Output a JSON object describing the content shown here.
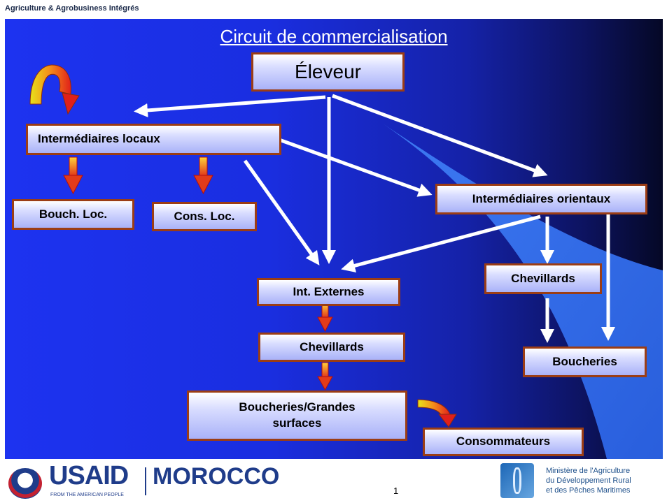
{
  "header": {
    "org_label": "Agriculture & Agrobusiness Intégrés"
  },
  "slide": {
    "title": "Circuit de commercialisation",
    "nodes": {
      "eleveur": "Éleveur",
      "intermediaires_locaux": "Intermédiaires locaux",
      "bouch_loc": "Bouch. Loc.",
      "cons_loc": "Cons. Loc.",
      "intermediaires_orientaux": "Intermédiaires orientaux",
      "int_externes": "Int. Externes",
      "chevillards_center": "Chevillards",
      "chevillards_right": "Chevillards",
      "boucheries_grandes_surfaces": "Boucheries/Grandes surfaces",
      "boucheries": "Boucheries",
      "consommateurs": "Consommateurs"
    }
  },
  "footer": {
    "usaid": "USAID",
    "usaid_tagline": "FROM THE AMERICAN PEOPLE",
    "country": "MOROCCO",
    "page_number": "1",
    "ministry_lines": [
      "Ministère de l'Agriculture",
      "du Développement Rural",
      "et des Pêches Maritimes"
    ]
  },
  "colors": {
    "background_blue": "#1d33f0",
    "background_dark": "#050826",
    "box_border": "#9b3d15",
    "arrow_white": "#ffffff",
    "arrow_gradient": [
      "#ffd23a",
      "#e23b1a"
    ]
  }
}
